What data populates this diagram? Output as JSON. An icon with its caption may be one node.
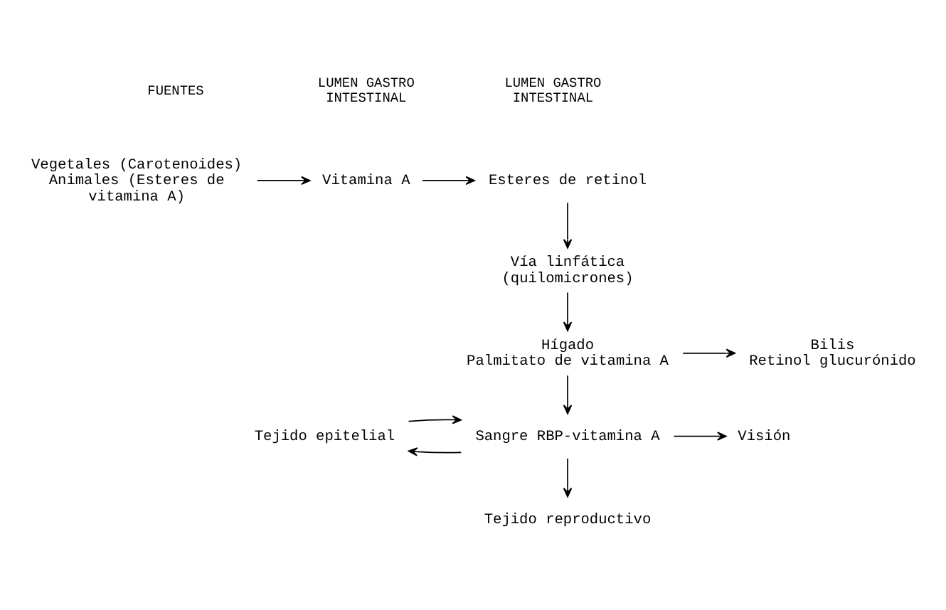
{
  "diagram": {
    "nodes": [
      {
        "text": [
          "Vegetales (Carotenoides) Animales (Esteres de vitamina A)"
        ]
      },
      {
        "text": [
          "Vitamina A"
        ]
      },
      {
        "text": [
          "Esteres de retinol"
        ]
      },
      {
        "text": [
          "Vía linfática (quilomicrones)"
        ]
      },
      {
        "text": [
          "Hígado",
          "Palmitato de vitamina A"
        ]
      },
      {
        "text": [
          "Bilis",
          "Retinol glucurónido"
        ]
      },
      {
        "text": [
          "Visión"
        ]
      },
      {
        "text": [
          "Sangre RBP-vitamina A"
        ]
      },
      {
        "text": [
          "Tejido epitelial"
        ]
      },
      {
        "text": [
          "Tejido reproductivo"
        ]
      }
    ],
    "edges": [
      {
        "from": 0,
        "to": 1,
        "arrow": "to"
      },
      {
        "from": 1,
        "to": 2,
        "arrow": "to"
      },
      {
        "from": 2,
        "to": 3,
        "arrow": "to"
      },
      {
        "from": 3,
        "to": 4,
        "arrow": "to"
      },
      {
        "from": 4,
        "to": 5,
        "arrow": "to"
      },
      {
        "from": 4,
        "to": 7,
        "arrow": "to"
      },
      {
        "from": 7,
        "to": 6,
        "arrow": "to"
      },
      {
        "from": 7,
        "to": 8,
        "arrow": "to"
      },
      {
        "from": 8,
        "to": 7,
        "arrow": "to"
      },
      {
        "from": 7,
        "to": 9,
        "arrow": "to"
      }
    ],
    "labels": [
      "FUENTES",
      "LUMEN GASTRO INTESTINAL",
      "LUMEN GASTRO INTESTINAL"
    ]
  }
}
